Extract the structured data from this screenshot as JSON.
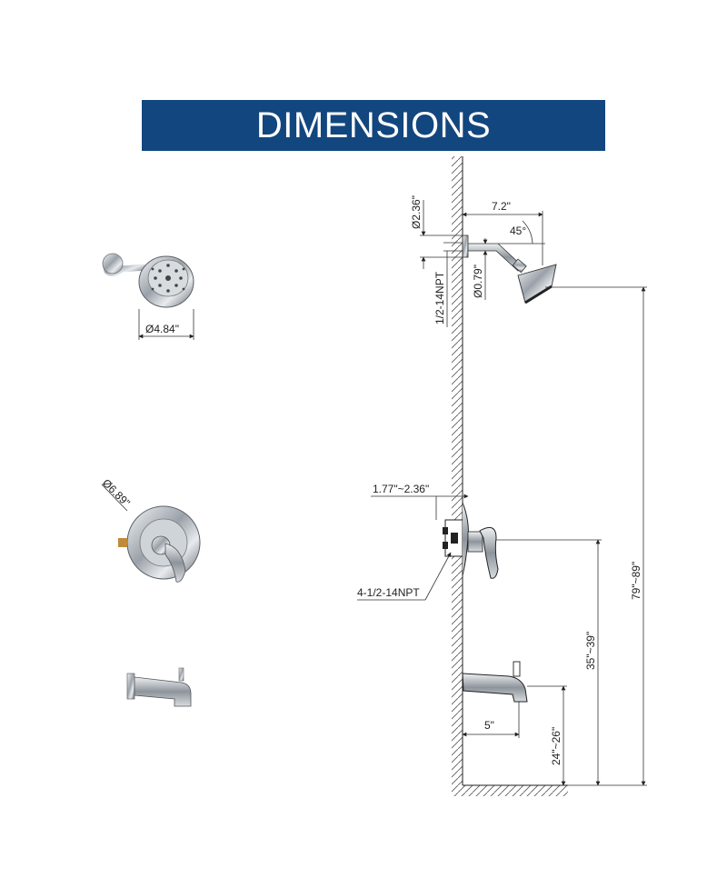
{
  "header": {
    "title": "DIMENSIONS"
  },
  "products": {
    "showerhead_diameter": "Ø4.84\"",
    "valve_trim_diameter": "Ø6.89\""
  },
  "diagram": {
    "arm_flange_diameter": "Ø2.36\"",
    "arm_length": "7.2\"",
    "arm_angle": "45°",
    "arm_pipe_diameter": "Ø0.79\"",
    "arm_thread": "1/2-14NPT",
    "valve_depth": "1.77\"~2.36\"",
    "valve_thread": "4-1/2-14NPT",
    "showerhead_height": "79\"~89\"",
    "valve_height": "35\"~39\"",
    "spout_height": "24\"~26\"",
    "spout_length": "5\""
  },
  "colors": {
    "banner": "#12467e",
    "chrome": "#b9bec4"
  }
}
